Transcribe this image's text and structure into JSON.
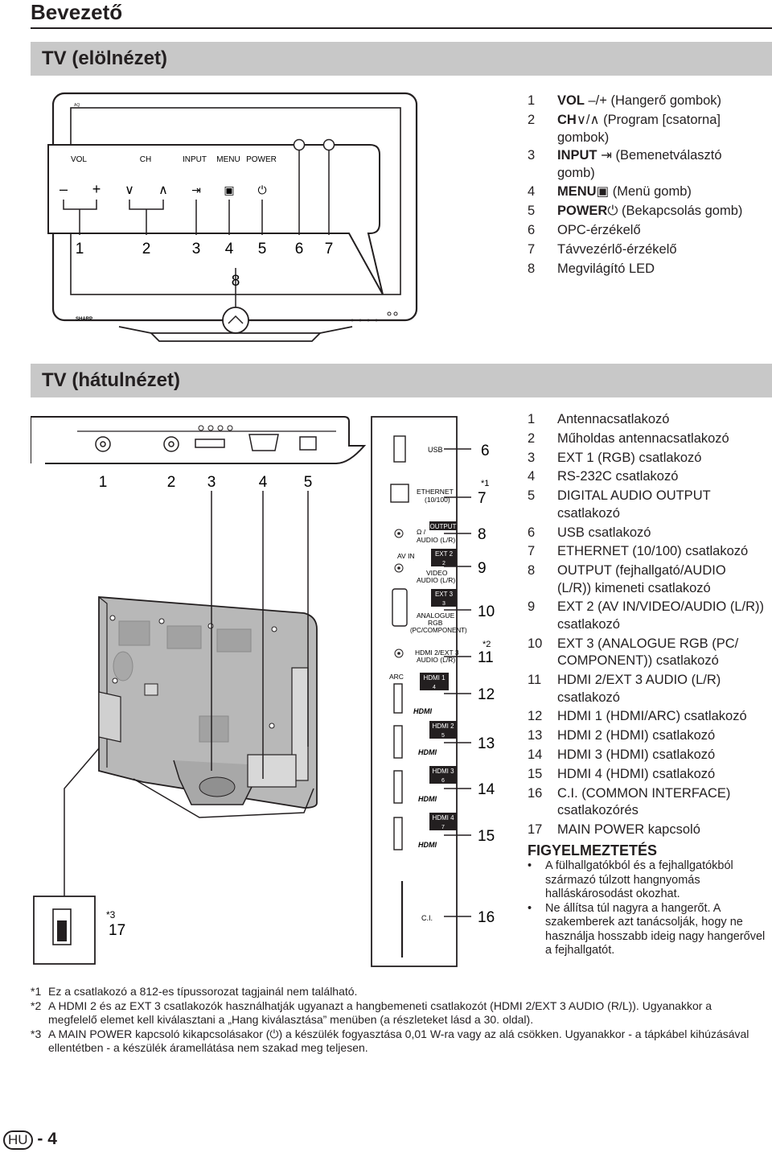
{
  "page": {
    "title": "Bevezető",
    "front_section_title": "TV (elölnézet)",
    "rear_section_title": "TV (hátulnézet)",
    "page_lang": "HU",
    "page_sep": "-",
    "page_number": "4"
  },
  "front_diagram": {
    "model_label": "AQ",
    "panel_labels": [
      "VOL",
      "CH",
      "INPUT",
      "MENU",
      "POWER"
    ],
    "button_symbols": [
      "–",
      "+",
      "∨",
      "∧",
      "⇥",
      "▣",
      "⏻"
    ],
    "callouts": [
      "1",
      "2",
      "3",
      "4",
      "5",
      "6",
      "7",
      "8"
    ],
    "brand": "SHARP"
  },
  "front_legend": [
    {
      "num": "1",
      "bold": "VOL",
      "text": " –/+ (Hangerő gombok)"
    },
    {
      "num": "2",
      "bold": "CH",
      "text": "∨/∧ (Program [csatorna]",
      "cont": "gombok)"
    },
    {
      "num": "3",
      "bold": "INPUT",
      "text": " ⇥ (Bemenetválasztó",
      "cont": "gomb)"
    },
    {
      "num": "4",
      "bold": "MENU",
      "text": "▣ (Menü gomb)"
    },
    {
      "num": "5",
      "bold": "POWER",
      "text": "⏻ (Bekapcsolás gomb)"
    },
    {
      "num": "6",
      "bold": "",
      "text": "OPC-érzékelő"
    },
    {
      "num": "7",
      "bold": "",
      "text": "Távvezérlő-érzékelő"
    },
    {
      "num": "8",
      "bold": "",
      "text": "Megvilágító LED"
    }
  ],
  "rear_diagram": {
    "top_callouts": [
      "1",
      "2",
      "3",
      "4",
      "5"
    ],
    "side_callouts": [
      "6",
      "7",
      "8",
      "9",
      "10",
      "11",
      "12",
      "13",
      "14",
      "15",
      "16"
    ],
    "asterisks": {
      "star1": "*1",
      "star2": "*2",
      "star3": "*3"
    },
    "main_power_callout": "17",
    "jack_labels": {
      "usb": "USB",
      "ethernet": "ETHERNET",
      "ethernet_sub": "(10/100)",
      "output": "OUTPUT",
      "headphone": "Ω /",
      "audio_lr": "AUDIO (L/R)",
      "av_in": "AV IN",
      "ext2": "EXT 2",
      "video": "VIDEO",
      "ext3": "EXT 3",
      "analogue": "ANALOGUE",
      "rgb": "RGB",
      "pc_component": "(PC/COMPONENT)",
      "hdmi2_ext3": "HDMI 2/EXT 3",
      "arc": "ARC",
      "hdmi1": "HDMI 1",
      "hdmi2": "HDMI 2",
      "hdmi3": "HDMI 3",
      "hdmi4": "HDMI 4",
      "hdmi_logo": "HDMI",
      "ci": "C.I.",
      "badge_2": "2",
      "badge_3": "3",
      "badge_4": "4",
      "badge_5": "5",
      "badge_6": "6",
      "badge_7": "7"
    }
  },
  "rear_legend": [
    {
      "num": "1",
      "text": "Antennacsatlakozó"
    },
    {
      "num": "2",
      "text": "Műholdas antennacsatlakozó"
    },
    {
      "num": "3",
      "text": "EXT 1 (RGB) csatlakozó"
    },
    {
      "num": "4",
      "text": "RS-232C csatlakozó"
    },
    {
      "num": "5",
      "text": "DIGITAL AUDIO OUTPUT",
      "cont": "csatlakozó"
    },
    {
      "num": "6",
      "text": "USB csatlakozó"
    },
    {
      "num": "7",
      "text": "ETHERNET (10/100) csatlakozó"
    },
    {
      "num": "8",
      "text": "OUTPUT (fejhallgató/AUDIO",
      "cont": "(L/R)) kimeneti csatlakozó"
    },
    {
      "num": "9",
      "text": "EXT 2 (AV IN/VIDEO/AUDIO (L/R))",
      "cont": "csatlakozó"
    },
    {
      "num": "10",
      "text": "EXT 3 (ANALOGUE RGB (PC/",
      "cont": "COMPONENT)) csatlakozó"
    },
    {
      "num": "11",
      "text": "HDMI 2/EXT 3 AUDIO (L/R)",
      "cont": "csatlakozó"
    },
    {
      "num": "12",
      "text": "HDMI 1 (HDMI/ARC) csatlakozó"
    },
    {
      "num": "13",
      "text": "HDMI 2 (HDMI) csatlakozó"
    },
    {
      "num": "14",
      "text": "HDMI 3 (HDMI) csatlakozó"
    },
    {
      "num": "15",
      "text": "HDMI 4 (HDMI) csatlakozó"
    },
    {
      "num": "16",
      "text": "C.I. (COMMON INTERFACE)",
      "cont": "csatlakozórés"
    },
    {
      "num": "17",
      "text": "MAIN POWER kapcsoló"
    }
  ],
  "warning": {
    "title": "FIGYELMEZTETÉS",
    "bullet": "•",
    "items": [
      "A fülhallgatókból és a fejhallgatókból származó túlzott hangnyomás halláskárosodást okozhat.",
      "Ne állítsa túl nagyra a hangerőt. A szakemberek azt tanácsolják, hogy ne használja hosszabb ideig nagy hangerővel a fejhallgatót."
    ]
  },
  "footnotes": [
    {
      "mark": "*1",
      "text": "Ez a csatlakozó a 812-es típussorozat tagjainál nem található."
    },
    {
      "mark": "*2",
      "text": "A HDMI 2 és az EXT 3 csatlakozók használhatják ugyanazt a hangbemeneti csatlakozót (HDMI 2/EXT 3 AUDIO (R/L)). Ugyanakkor a megfelelő elemet kell kiválasztani a „Hang kiválasztása” menüben (a részleteket lásd a 30. oldal)."
    },
    {
      "mark": "*3",
      "text": "A MAIN POWER kapcsoló kikapcsolásakor (⏻) a készülék fogyasztása 0,01 W-ra vagy az alá csökken. Ugyanakkor - a tápkábel kihúzásával ellentétben - a készülék áramellátása nem szakad meg teljesen."
    }
  ]
}
